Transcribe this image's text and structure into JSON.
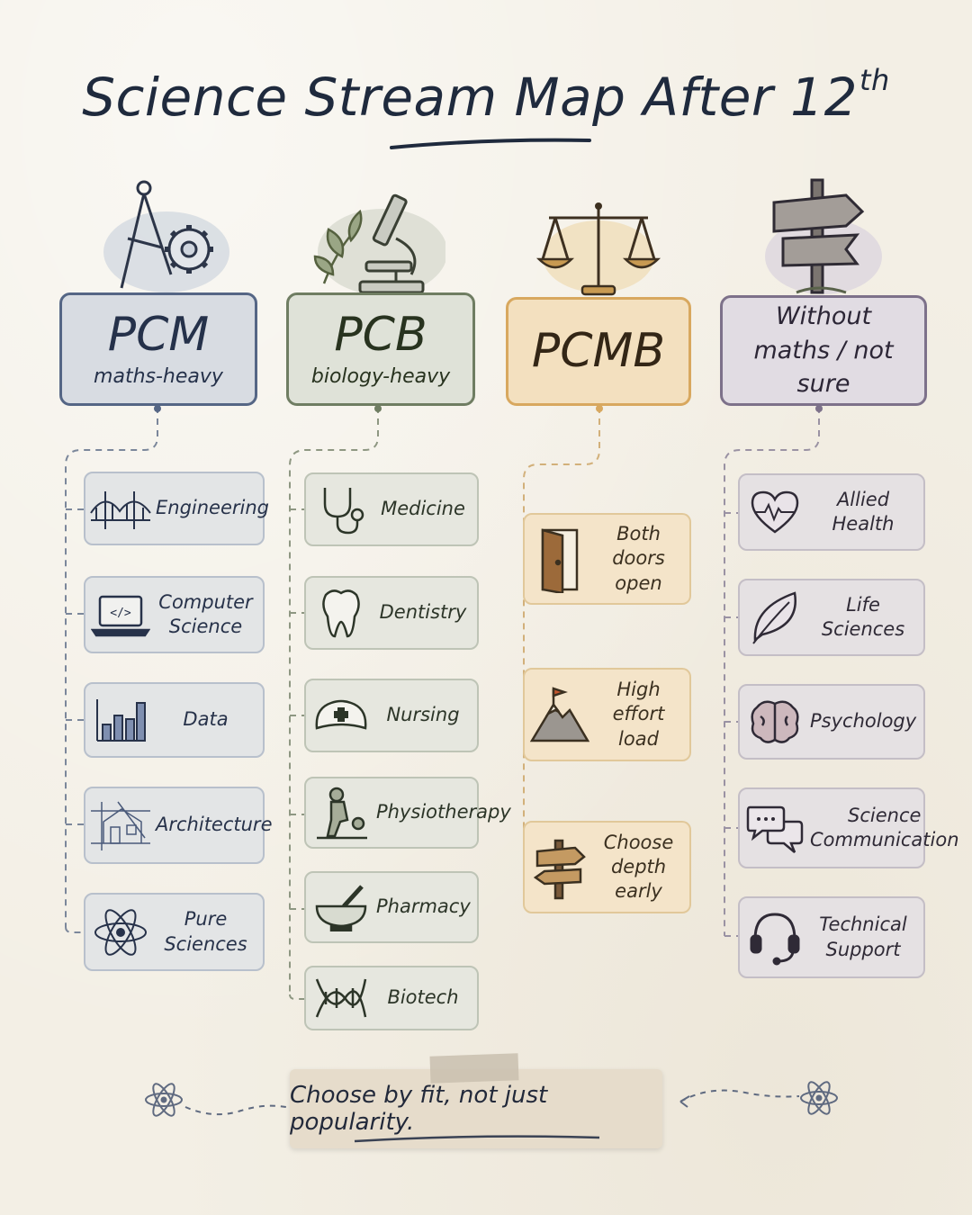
{
  "title": {
    "text": "Science Stream Map After 12",
    "superscript": "th"
  },
  "streams": [
    {
      "name": "PCM",
      "subtitle": "maths-heavy",
      "items": [
        {
          "label": "Engineering",
          "icon": "bridge-icon"
        },
        {
          "label": "Computer Science",
          "icon": "laptop-code-icon"
        },
        {
          "label": "Data",
          "icon": "bar-chart-icon"
        },
        {
          "label": "Architecture",
          "icon": "blueprint-icon"
        },
        {
          "label": "Pure Sciences",
          "icon": "atom-icon"
        }
      ]
    },
    {
      "name": "PCB",
      "subtitle": "biology-heavy",
      "items": [
        {
          "label": "Medicine",
          "icon": "stethoscope-icon"
        },
        {
          "label": "Dentistry",
          "icon": "tooth-icon"
        },
        {
          "label": "Nursing",
          "icon": "nurse-cap-icon"
        },
        {
          "label": "Physiotherapy",
          "icon": "physio-icon"
        },
        {
          "label": "Pharmacy",
          "icon": "mortar-pestle-icon"
        },
        {
          "label": "Biotech",
          "icon": "dna-icon"
        }
      ]
    },
    {
      "name": "PCMB",
      "subtitle": "",
      "items": [
        {
          "label": "Both doors open",
          "icon": "door-icon"
        },
        {
          "label": "High effort load",
          "icon": "mountain-flag-icon"
        },
        {
          "label": "Choose depth early",
          "icon": "signpost-icon"
        }
      ]
    },
    {
      "name": "Without maths / not sure",
      "subtitle": "",
      "items": [
        {
          "label": "Allied Health",
          "icon": "heart-pulse-icon"
        },
        {
          "label": "Life Sciences",
          "icon": "leaf-icon"
        },
        {
          "label": "Psychology",
          "icon": "brain-icon"
        },
        {
          "label": "Science Communication",
          "icon": "chat-bubbles-icon"
        },
        {
          "label": "Technical Support",
          "icon": "headset-icon"
        }
      ]
    }
  ],
  "footer": {
    "text": "Choose by fit, not just popularity."
  },
  "colors": {
    "pcm": "#556685",
    "pcb": "#6f7d62",
    "pcmb": "#d8a85f",
    "without_maths": "#7d718a"
  }
}
